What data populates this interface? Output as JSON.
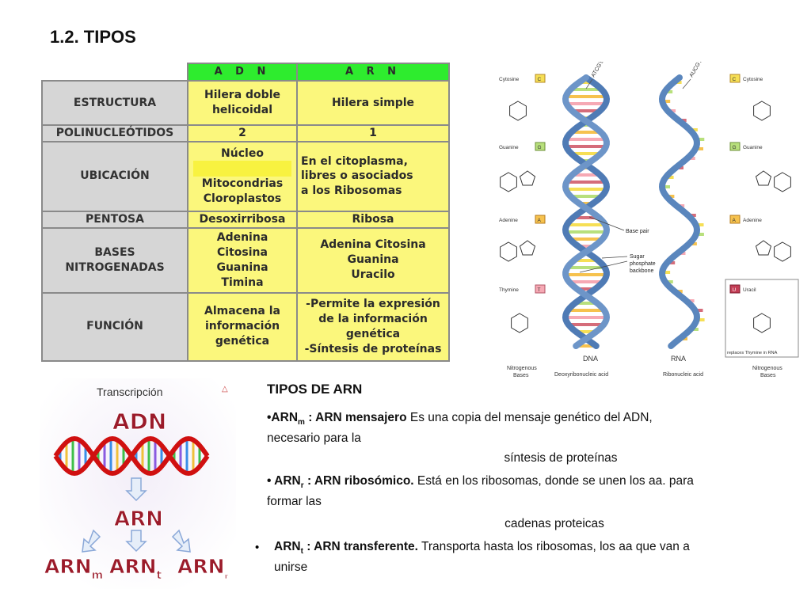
{
  "title": "1.2. TIPOS",
  "table": {
    "headers": [
      "A D N",
      "A R N"
    ],
    "rows": [
      {
        "label": [
          "ESTRUCTURA"
        ],
        "adn": [
          "Hilera doble",
          "helicoidal"
        ],
        "arn": [
          "Hilera simple"
        ]
      },
      {
        "label": [
          "POLINUCLEÓTIDOS"
        ],
        "adn": [
          "2"
        ],
        "arn": [
          "1"
        ]
      },
      {
        "label": [
          "UBICACIÓN"
        ],
        "adn": [
          "Núcleo",
          "",
          "Mitocondrias",
          "Cloroplastos"
        ],
        "arn": [
          "En el citoplasma,",
          "libres o asociados",
          "a los  Ribosomas"
        ]
      },
      {
        "label": [
          "PENTOSA"
        ],
        "adn": [
          "Desoxirribosa"
        ],
        "arn": [
          "Ribosa"
        ]
      },
      {
        "label": [
          "BASES",
          "NITROGENADAS"
        ],
        "adn": [
          "Adenina",
          "Citosina",
          "Guanina",
          "Timina"
        ],
        "arn": [
          "Adenina  Citosina",
          "Guanina",
          "Uracilo"
        ]
      },
      {
        "label": [
          "FUNCIÓN"
        ],
        "adn": [
          "Almacena la",
          "información",
          "genética"
        ],
        "arn": [
          "-Permite la expresión",
          "de la información",
          "genética",
          "-Síntesis de proteínas"
        ]
      }
    ]
  },
  "helix": {
    "left_bases": [
      "Cytosine",
      "Guanine",
      "Adenine",
      "Thymine"
    ],
    "left_letters": [
      "C",
      "G",
      "A",
      "T"
    ],
    "right_bases": [
      "Cytosine",
      "Guanine",
      "Adenine",
      "Uracil"
    ],
    "right_letters": [
      "C",
      "G",
      "A",
      "U"
    ],
    "dna_tag": "ATCG's",
    "rna_tag": "AUCG's",
    "base_pair_label": "Base pair",
    "backbone_label": [
      "Sugar",
      "phosphate",
      "backbone"
    ],
    "dna_label": "DNA",
    "dna_sub": "Deoxyribonucleic acid",
    "rna_label": "RNA",
    "rna_sub": "Ribonucleic acid",
    "left_foot": [
      "Nitrogenous",
      "Bases"
    ],
    "right_foot": [
      "Nitrogenous",
      "Bases"
    ],
    "replaces_note": "replaces Thymine in RNA"
  },
  "transcription": {
    "title": "Transcripción",
    "adn": "ADN",
    "arn": "ARN",
    "arn_main": "ARN",
    "sub_m": "m",
    "sub_t": "t",
    "sub_r": "r"
  },
  "arn_section": {
    "title": "TIPOS DE ARN",
    "m": {
      "prefix": "•ARN",
      "sub": "m",
      "bold": " : ARN mensajero",
      "text": " Es una copia del mensaje genético del ADN,",
      "line2": "necesario para la",
      "center": "síntesis de proteínas"
    },
    "r": {
      "prefix": "• ARN",
      "sub": "r",
      "bold": " : ARN ribosómico.",
      "text": " Está en los ribosomas, donde se unen los aa. para",
      "line2": "formar las",
      "center": "cadenas proteicas"
    },
    "t": {
      "bullet": "•",
      "prefix": "ARN",
      "sub": "t",
      "bold": "  : ARN transferente.",
      "text": " Transporta hasta los ribosomas, los aa que van a",
      "line2": "unirse"
    }
  },
  "colors": {
    "header_green": "#2eec2e",
    "cell_yellow": "#fbf77c",
    "label_gray": "#d6d6d6",
    "helix_blue": "#4f7bb5",
    "dna_red": "#d01010",
    "word_maroon": "#9b1b2a"
  }
}
